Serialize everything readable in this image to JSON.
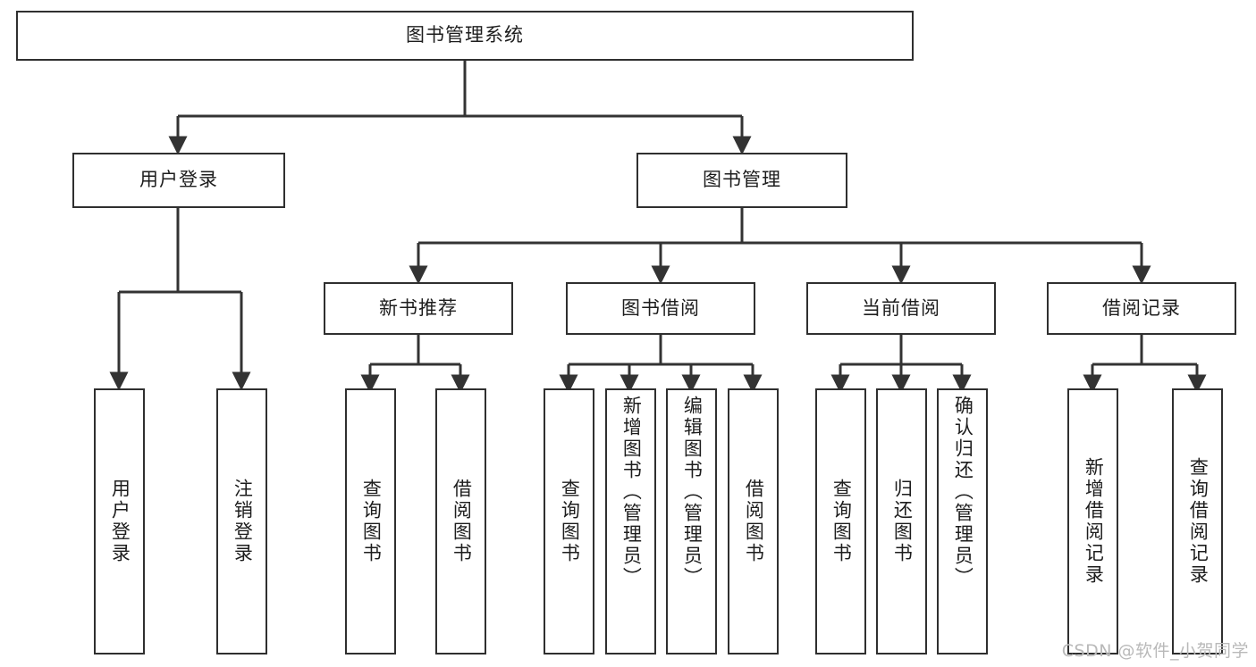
{
  "diagram": {
    "title": "图书管理系统",
    "type": "功能结构图",
    "watermark": "CSDN @软件_小贺同学",
    "colors": {
      "background": "#ffffff",
      "box_border": "#2f2f2f",
      "connector": "#333333",
      "text": "#1d1d1d",
      "watermark": "#b9b9b9"
    }
  },
  "chart_data": {
    "type": "tree",
    "title": "图书管理系统",
    "orientation": "top-down",
    "root": {
      "label": "图书管理系统",
      "children": [
        {
          "label": "用户登录",
          "children": [
            {
              "label": "用户登录",
              "children": []
            },
            {
              "label": "注销登录",
              "children": []
            }
          ]
        },
        {
          "label": "图书管理",
          "children": [
            {
              "label": "新书推荐",
              "children": [
                {
                  "label": "查询图书",
                  "children": []
                },
                {
                  "label": "借阅图书",
                  "children": []
                }
              ]
            },
            {
              "label": "图书借阅",
              "children": [
                {
                  "label": "查询图书",
                  "children": []
                },
                {
                  "label": "新增图书（管理员）",
                  "children": []
                },
                {
                  "label": "编辑图书（管理员）",
                  "children": []
                },
                {
                  "label": "借阅图书",
                  "children": []
                }
              ]
            },
            {
              "label": "当前借阅",
              "children": [
                {
                  "label": "查询图书",
                  "children": []
                },
                {
                  "label": "归还图书",
                  "children": []
                },
                {
                  "label": "确认归还（管理员）",
                  "children": []
                }
              ]
            },
            {
              "label": "借阅记录",
              "children": [
                {
                  "label": "新增借阅记录",
                  "children": []
                },
                {
                  "label": "查询借阅记录",
                  "children": []
                }
              ]
            }
          ]
        }
      ]
    }
  },
  "nodes": {
    "root": {
      "label": "图书管理系统"
    },
    "level2": {
      "user_login": {
        "label": "用户登录"
      },
      "book_manage": {
        "label": "图书管理"
      }
    },
    "level3": {
      "new_book_rec": {
        "label": "新书推荐"
      },
      "book_borrow": {
        "label": "图书借阅"
      },
      "current_borrow": {
        "label": "当前借阅"
      },
      "borrow_record": {
        "label": "借阅记录"
      }
    },
    "leaves": {
      "user_login_1": {
        "label": "用户登录"
      },
      "user_login_2": {
        "label": "注销登录"
      },
      "new_book_1": {
        "label": "查询图书"
      },
      "new_book_2": {
        "label": "借阅图书"
      },
      "borrow_1": {
        "label": "查询图书"
      },
      "borrow_2": {
        "label": "新增图书（管理员）"
      },
      "borrow_3": {
        "label": "编辑图书（管理员）"
      },
      "borrow_4": {
        "label": "借阅图书"
      },
      "current_1": {
        "label": "查询图书"
      },
      "current_2": {
        "label": "归还图书"
      },
      "current_3": {
        "label": "确认归还（管理员）"
      },
      "record_1": {
        "label": "新增借阅记录"
      },
      "record_2": {
        "label": "查询借阅记录"
      }
    }
  }
}
